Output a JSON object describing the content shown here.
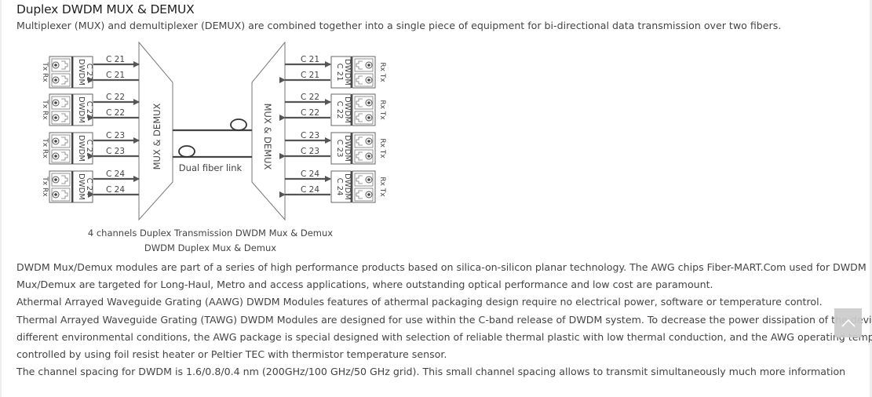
{
  "section": {
    "title": "Duplex DWDM MUX & DEMUX",
    "intro": "Multiplexer (MUX) and demultiplexer (DEMUX) are combined together into a single piece of equipment for bi-directional data transmission over two fibers."
  },
  "diagram": {
    "left_unit_label": "MUX & DEMUX",
    "right_unit_label": "MUX & DEMUX",
    "link_label": "Dual fiber link",
    "left_port_label": "Tx Rx",
    "right_port_label": "Rx Tx",
    "module_prefix": "DWDM",
    "channels": [
      {
        "name": "C 21",
        "module": "C 21"
      },
      {
        "name": "C 22",
        "module": "C 22"
      },
      {
        "name": "C 23",
        "module": "C 23"
      },
      {
        "name": "C 24",
        "module": "C 24"
      }
    ],
    "caption": "4 channels Duplex Transmission DWDM Mux & Demux",
    "subcaption": "DWDM Duplex Mux & Demux",
    "colors": {
      "line": "#555555",
      "outline": "#666666",
      "text": "#444444"
    }
  },
  "body": {
    "paragraphs": [
      "DWDM Mux/Demux modules are part of a series of high performance products based on silica-on-silicon planar technology. The AWG chips Fiber-MART.Com used for DWDM",
      "Mux/Demux are targeted for Long-Haul, Metro and access applications, where outstanding optical performance and low cost are paramount.",
      "Athermal Arrayed Waveguide Grating (AAWG) DWDM Modules features of athermal packaging design require no electrical power, software or temperature control.",
      "Thermal Arrayed Waveguide Grating (TAWG) DWDM Modules are designed for use within the C-band release of DWDM system. To decrease the power dissipation of the device under",
      "different environmental conditions, the AWG package is special designed with selection of reliable thermal plastic with low thermal conduction, and the AWG operating temperature",
      "controlled by using foil resist heater or Peltier TEC with thermistor temperature sensor.",
      "The channel spacing for DWDM is 1.6/0.8/0.4 nm (200GHz/100 GHz/50 GHz grid). This small channel spacing allows to transmit simultaneously much more information"
    ]
  },
  "scroll_top": {
    "icon": "chevron-up-icon"
  }
}
